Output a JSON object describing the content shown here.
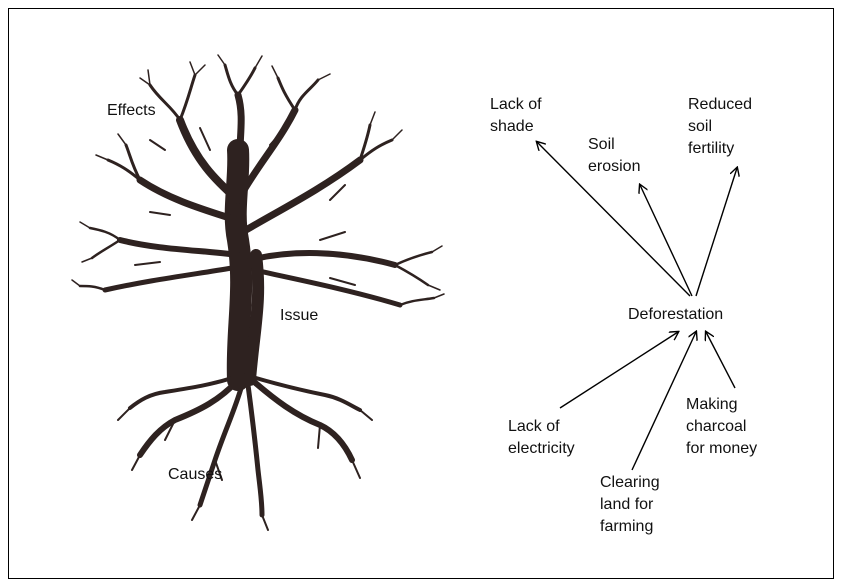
{
  "tree_labels": {
    "effects": "Effects",
    "issue": "Issue",
    "causes": "Causes"
  },
  "diagram": {
    "center": "Deforestation",
    "effects": [
      {
        "id": "lack-of-shade",
        "text": "Lack of\nshade"
      },
      {
        "id": "soil-erosion",
        "text": "Soil\nerosion"
      },
      {
        "id": "reduced-soil-fertility",
        "text": "Reduced\nsoil\nfertility"
      }
    ],
    "causes": [
      {
        "id": "lack-of-electricity",
        "text": "Lack of\nelectricity"
      },
      {
        "id": "clearing-land",
        "text": "Clearing\nland for\nfarming"
      },
      {
        "id": "making-charcoal",
        "text": "Making\ncharcoal\nfor money"
      }
    ]
  },
  "colors": {
    "tree": "#2e2220",
    "tree_light": "#6a5a55",
    "arrow": "#000000",
    "text": "#111111"
  }
}
